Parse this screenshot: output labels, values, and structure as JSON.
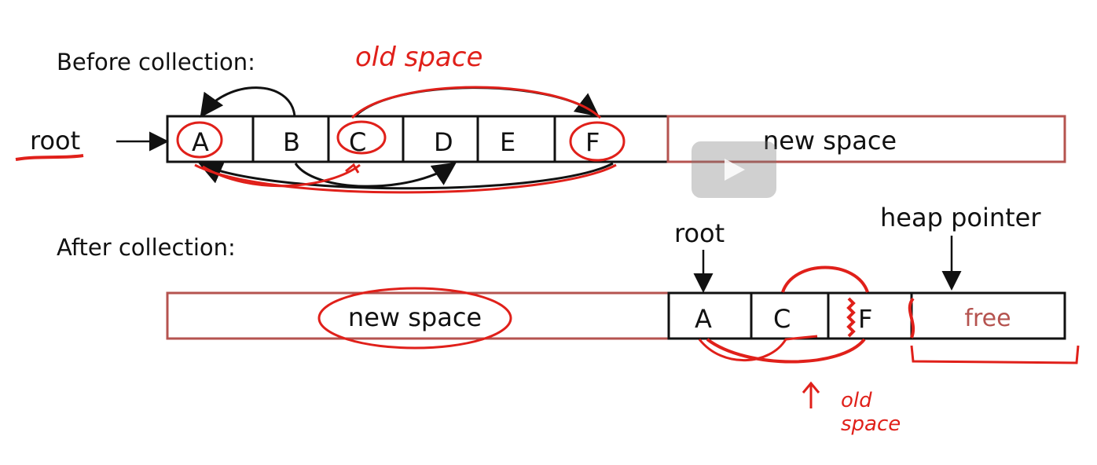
{
  "before": {
    "heading": "Before collection:",
    "root_label": "root",
    "cells": [
      "A",
      "B",
      "C",
      "D",
      "E",
      "F"
    ],
    "new_space_label": "new space",
    "annotation_old_space": "old space"
  },
  "after": {
    "heading": "After collection:",
    "root_label": "root",
    "heap_pointer_label": "heap pointer",
    "new_space_label": "new space",
    "cells": [
      "A",
      "C",
      "F"
    ],
    "free_label": "free",
    "annotation_old_space_line1": "old",
    "annotation_old_space_line2": "space"
  },
  "colors": {
    "ink": "#111111",
    "annotation_red": "#e0201a",
    "space_border": "#b5534f",
    "free_text": "#b5534f"
  },
  "video_overlay": "play-button"
}
